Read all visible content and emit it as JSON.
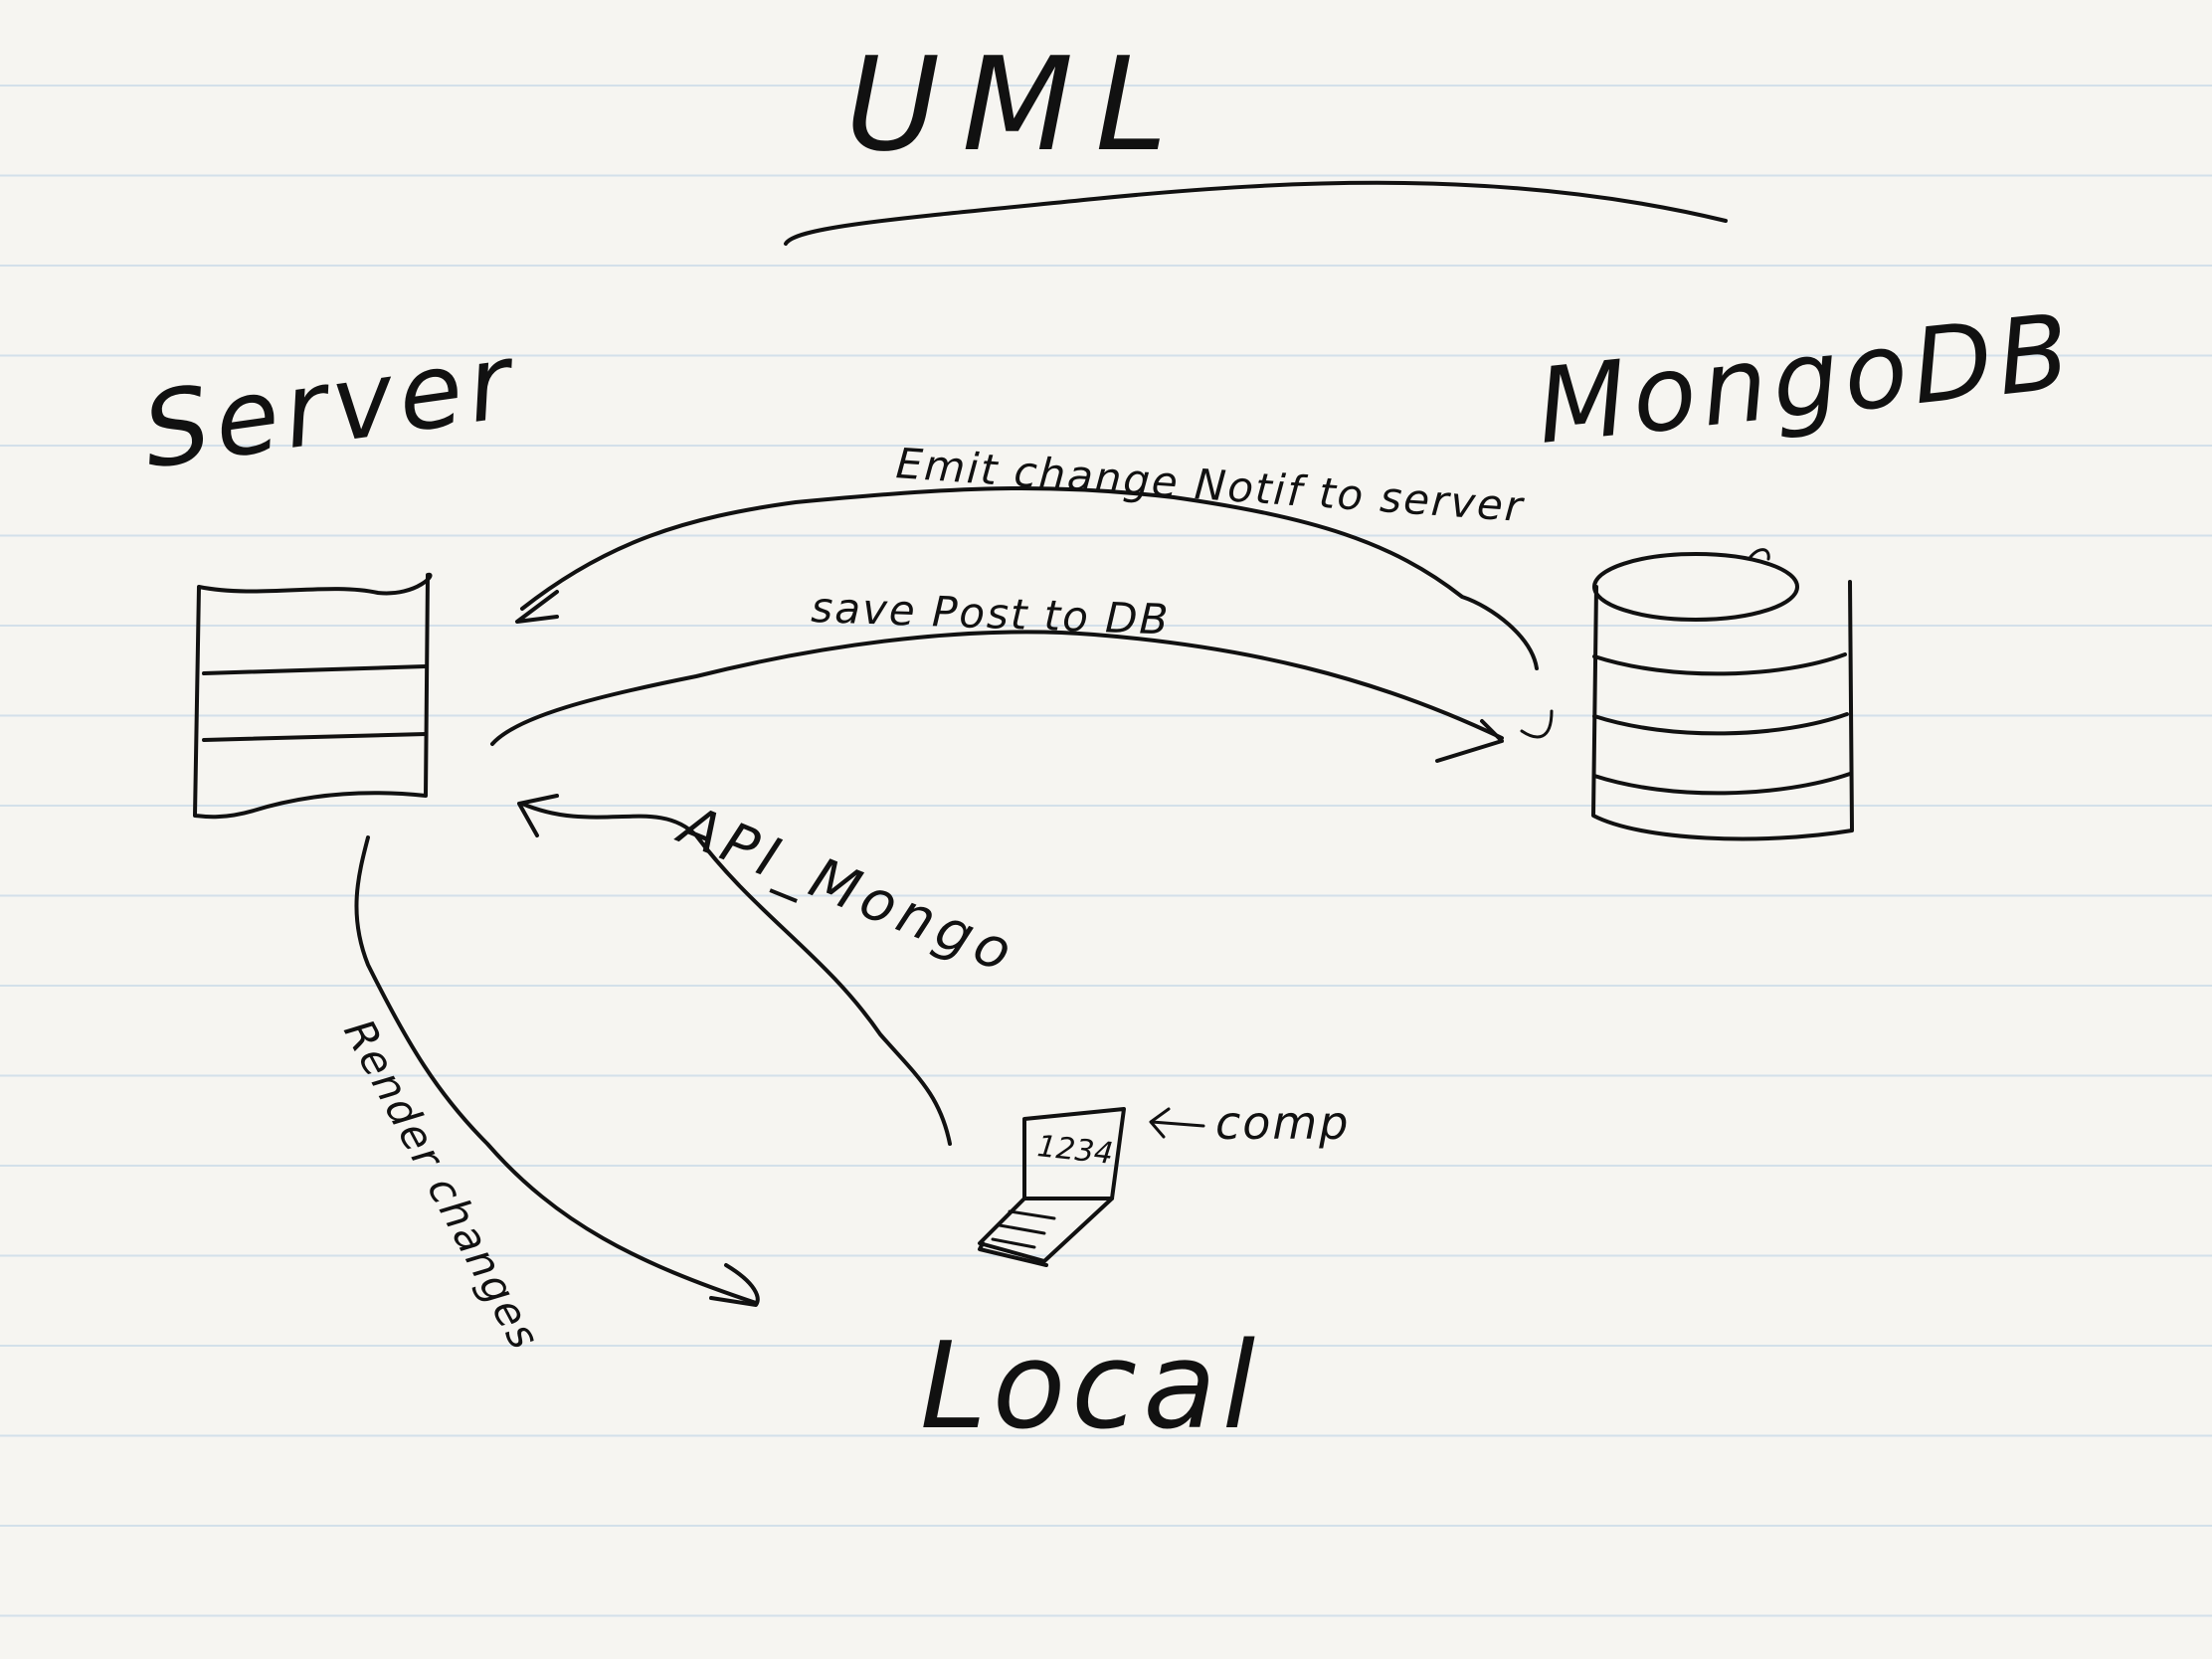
{
  "title": "UML",
  "nodes": {
    "server": "Server",
    "database": "MongoDB",
    "local": "Local",
    "computer": "comp",
    "screen_text": "1234"
  },
  "edges": {
    "emit": "Emit change Notif to server",
    "save": "save Post to DB",
    "api": "API_Mongo",
    "render": "Render changes"
  }
}
